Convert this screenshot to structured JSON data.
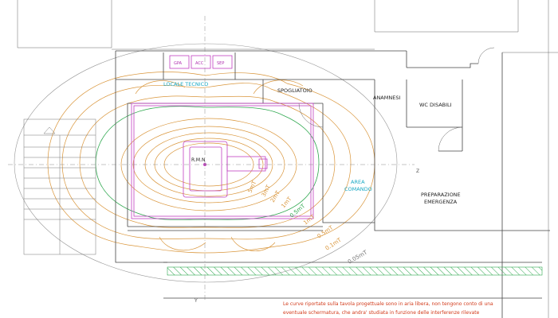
{
  "rooms": {
    "locale_tecnico": "LOCALE TECNICO",
    "spogliatoio": "SPOGLIATOIO",
    "anamnesi": "ANAMNESI",
    "wc_disabili": "WC DISABILI",
    "area_comando_1": "AREA",
    "area_comando_2": "COMANDO",
    "preparazione_1": "PREPARAZIONE",
    "preparazione_2": "EMERGENZA",
    "rmn": "R.M.N"
  },
  "equipment": {
    "gpa": "GPA",
    "acc": "ACC",
    "sep": "SEP"
  },
  "contours": {
    "mt5": "5mT",
    "mt3": "3mT",
    "mt2": "2mT",
    "mt1a": "1mT",
    "mt05a": "0.5mT",
    "mt1b": "1mT",
    "mt05b": "0.5mT",
    "mt01": "0.1mT",
    "mt005": "0.05mT"
  },
  "markers": {
    "axis_z": "Z",
    "axis_y": "Y"
  },
  "note": {
    "line1": "Le curve riportate sulla tavola progettuale sono in aria libera, non tengono conto di una",
    "line2": "eventuale schermatura, che andra' studiata in funzione delle interferenze rilevate"
  }
}
